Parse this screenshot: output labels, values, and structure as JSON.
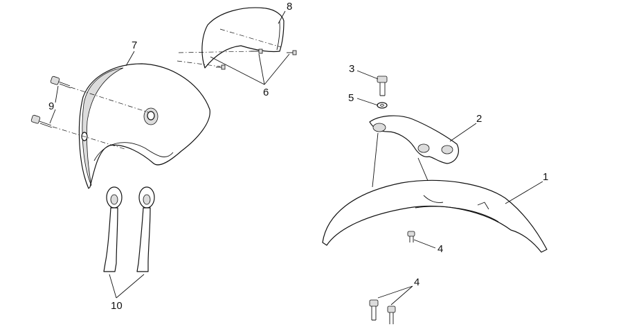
{
  "diagram": {
    "labels": [
      {
        "id": "callout-1",
        "text": "1"
      },
      {
        "id": "callout-2",
        "text": "2"
      },
      {
        "id": "callout-3",
        "text": "3"
      },
      {
        "id": "callout-4a",
        "text": "4"
      },
      {
        "id": "callout-4b",
        "text": "4"
      },
      {
        "id": "callout-5",
        "text": "5"
      },
      {
        "id": "callout-6",
        "text": "6"
      },
      {
        "id": "callout-7",
        "text": "7"
      },
      {
        "id": "callout-8",
        "text": "8"
      },
      {
        "id": "callout-9",
        "text": "9"
      },
      {
        "id": "callout-10",
        "text": "10"
      }
    ]
  }
}
